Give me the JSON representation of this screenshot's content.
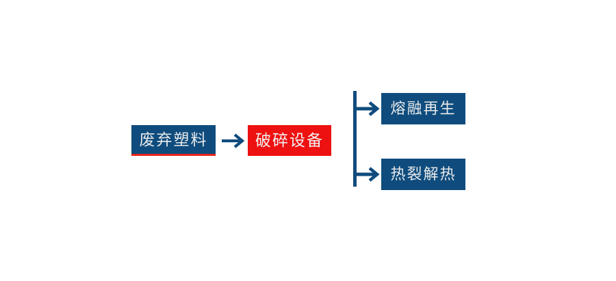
{
  "diagram": {
    "title": "waste-plastic-recycling-flow",
    "background_color": "#ffffff",
    "colors": {
      "blue": "#0f4c7d",
      "red": "#ee1111",
      "accent_underline": "#e8231a",
      "text_on_fill": "#e8eaec",
      "connector": "#0f4c7d"
    },
    "nodes": {
      "source": {
        "label": "废弃塑料",
        "fill": "#0f4c7d",
        "text_color": "#e8eaec",
        "underline_color": "#e8231a"
      },
      "process": {
        "label": "破碎设备",
        "fill": "#ee1111",
        "text_color": "#f2f2f2"
      },
      "branches": [
        {
          "label": "熔融再生",
          "fill": "#0f4c7d",
          "text_color": "#e8eaec"
        },
        {
          "label": "热裂解热",
          "fill": "#0f4c7d",
          "text_color": "#e8eaec"
        }
      ]
    },
    "connectors": {
      "main_arrow": {
        "icon": "arrow-right-icon",
        "from": "废弃塑料",
        "to": "破碎设备",
        "color": "#0f4c7d"
      },
      "split_bracket": {
        "icon": "split-bracket-icon",
        "from": "破碎设备",
        "to": [
          "熔融再生",
          "热裂解热"
        ],
        "color": "#0f4c7d",
        "branch_count": 2
      }
    }
  }
}
